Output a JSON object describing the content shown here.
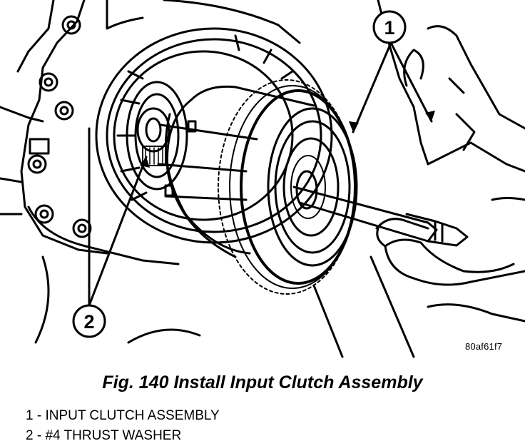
{
  "figure": {
    "caption": "Fig. 140 Install Input Clutch Assembly",
    "ref_code": "80af61f7",
    "callouts": [
      {
        "number": "1",
        "text": "INPUT CLUTCH ASSEMBLY"
      },
      {
        "number": "2",
        "text": "#4 THRUST WASHER"
      }
    ],
    "legend": [
      "1 - INPUT CLUTCH ASSEMBLY",
      "2 - #4 THRUST WASHER"
    ]
  }
}
